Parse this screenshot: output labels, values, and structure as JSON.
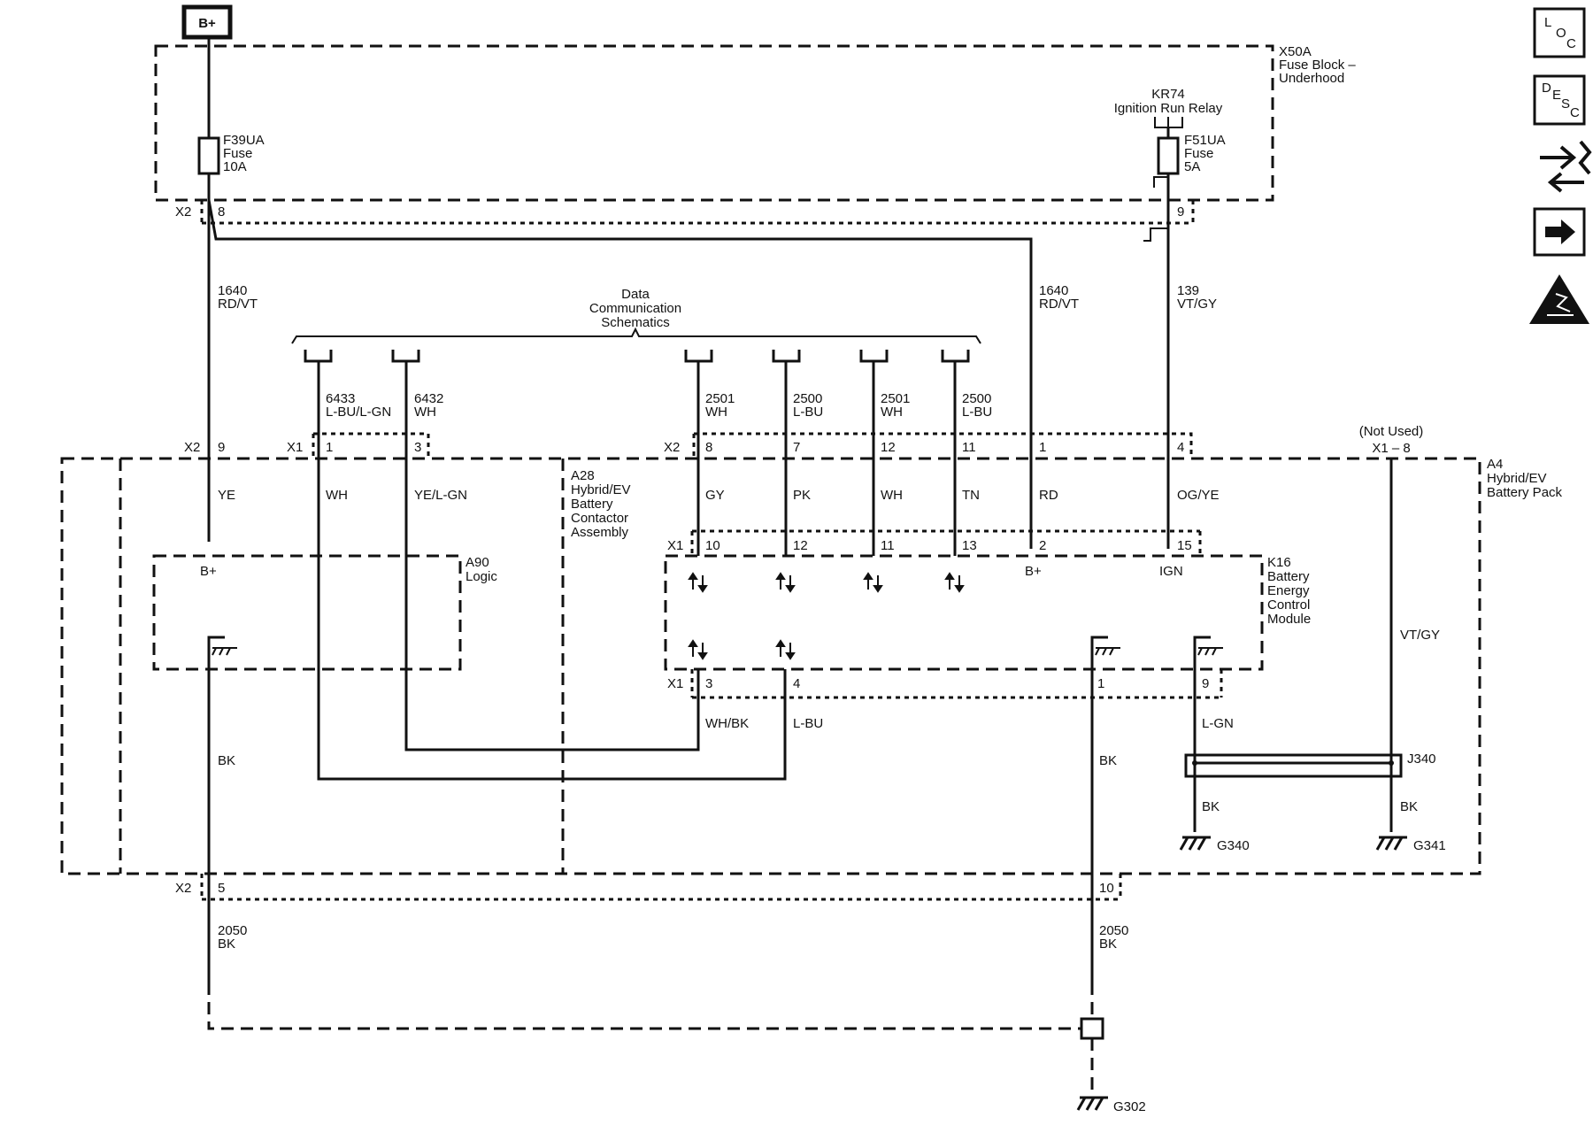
{
  "power_source": "B+",
  "fuse_block": {
    "id": "X50A",
    "name": "Fuse Block –",
    "name2": "Underhood"
  },
  "fuse_left": {
    "id": "F39UA",
    "type": "Fuse",
    "rating": "10A"
  },
  "fuse_right": {
    "id": "F51UA",
    "type": "Fuse",
    "rating": "5A"
  },
  "relay": {
    "id": "KR74",
    "name": "Ignition Run Relay"
  },
  "fb_conn": {
    "left_conn": "X2",
    "left_pin": "8",
    "right_pin": "9"
  },
  "circuits": {
    "c1640_left_num": "1640",
    "c1640_left_color": "RD/VT",
    "c1640_right_num": "1640",
    "c1640_right_color": "RD/VT",
    "c139_num": "139",
    "c139_color": "VT/GY"
  },
  "data_comm": {
    "line1": "Data",
    "line2": "Communication",
    "line3": "Schematics"
  },
  "bus_wires": [
    {
      "num": "6433",
      "color": "L-BU/L-GN"
    },
    {
      "num": "6432",
      "color": "WH"
    },
    {
      "num": "2501",
      "color": "WH"
    },
    {
      "num": "2500",
      "color": "L-BU"
    },
    {
      "num": "2501",
      "color": "WH"
    },
    {
      "num": "2500",
      "color": "L-BU"
    }
  ],
  "not_used": {
    "label": "(Not Used)",
    "pin": "X1 – 8"
  },
  "pack_pins": {
    "x2": "X2",
    "x2_pin": "9",
    "x1": "X1",
    "x1_pin1": "1",
    "x1_pin3": "3",
    "x2b": "X2",
    "p8": "8",
    "p7": "7",
    "p12": "12",
    "p11": "11",
    "p1": "1",
    "p4": "4"
  },
  "inner_colors": {
    "ye": "YE",
    "wh": "WH",
    "yelgn": "YE/L-GN",
    "gy": "GY",
    "pk": "PK",
    "wh2": "WH",
    "tn": "TN",
    "rd": "RD",
    "ogye": "OG/YE"
  },
  "pack": {
    "id": "A4",
    "line1": "Hybrid/EV",
    "line2": "Battery Pack"
  },
  "contactor": {
    "id": "A28",
    "line1": "Hybrid/EV",
    "line2": "Battery",
    "line3": "Contactor",
    "line4": "Assembly"
  },
  "logic": {
    "id": "A90",
    "name": "Logic",
    "bplus": "B+"
  },
  "module": {
    "id": "K16",
    "line1": "Battery",
    "line2": "Energy",
    "line3": "Control",
    "line4": "Module",
    "bplus": "B+",
    "ign": "IGN"
  },
  "k16_top": {
    "x1": "X1",
    "p10": "10",
    "p12": "12",
    "p11": "11",
    "p13": "13",
    "p2": "2",
    "p15": "15"
  },
  "k16_bot": {
    "x1": "X1",
    "p3": "3",
    "p4": "4",
    "p1": "1",
    "p9": "9"
  },
  "lower_colors": {
    "whbk": "WH/BK",
    "lbu": "L-BU",
    "bk_left": "BK",
    "bk_mid": "BK",
    "lgn": "L-GN",
    "vtgy": "VT/GY",
    "bk_g340": "BK",
    "bk_g341": "BK"
  },
  "splice": "J340",
  "grounds": {
    "g340": "G340",
    "g341": "G341",
    "g302": "G302"
  },
  "x2_bottom": {
    "conn": "X2",
    "pin5": "5",
    "pin10": "10"
  },
  "c2050": {
    "left_num": "2050",
    "left_color": "BK",
    "right_num": "2050",
    "right_color": "BK"
  },
  "nav": {
    "loc_l": "L",
    "loc_o": "O",
    "loc_c": "C",
    "desc_d": "D",
    "desc_e": "E",
    "desc_s": "S",
    "desc_c": "C"
  }
}
